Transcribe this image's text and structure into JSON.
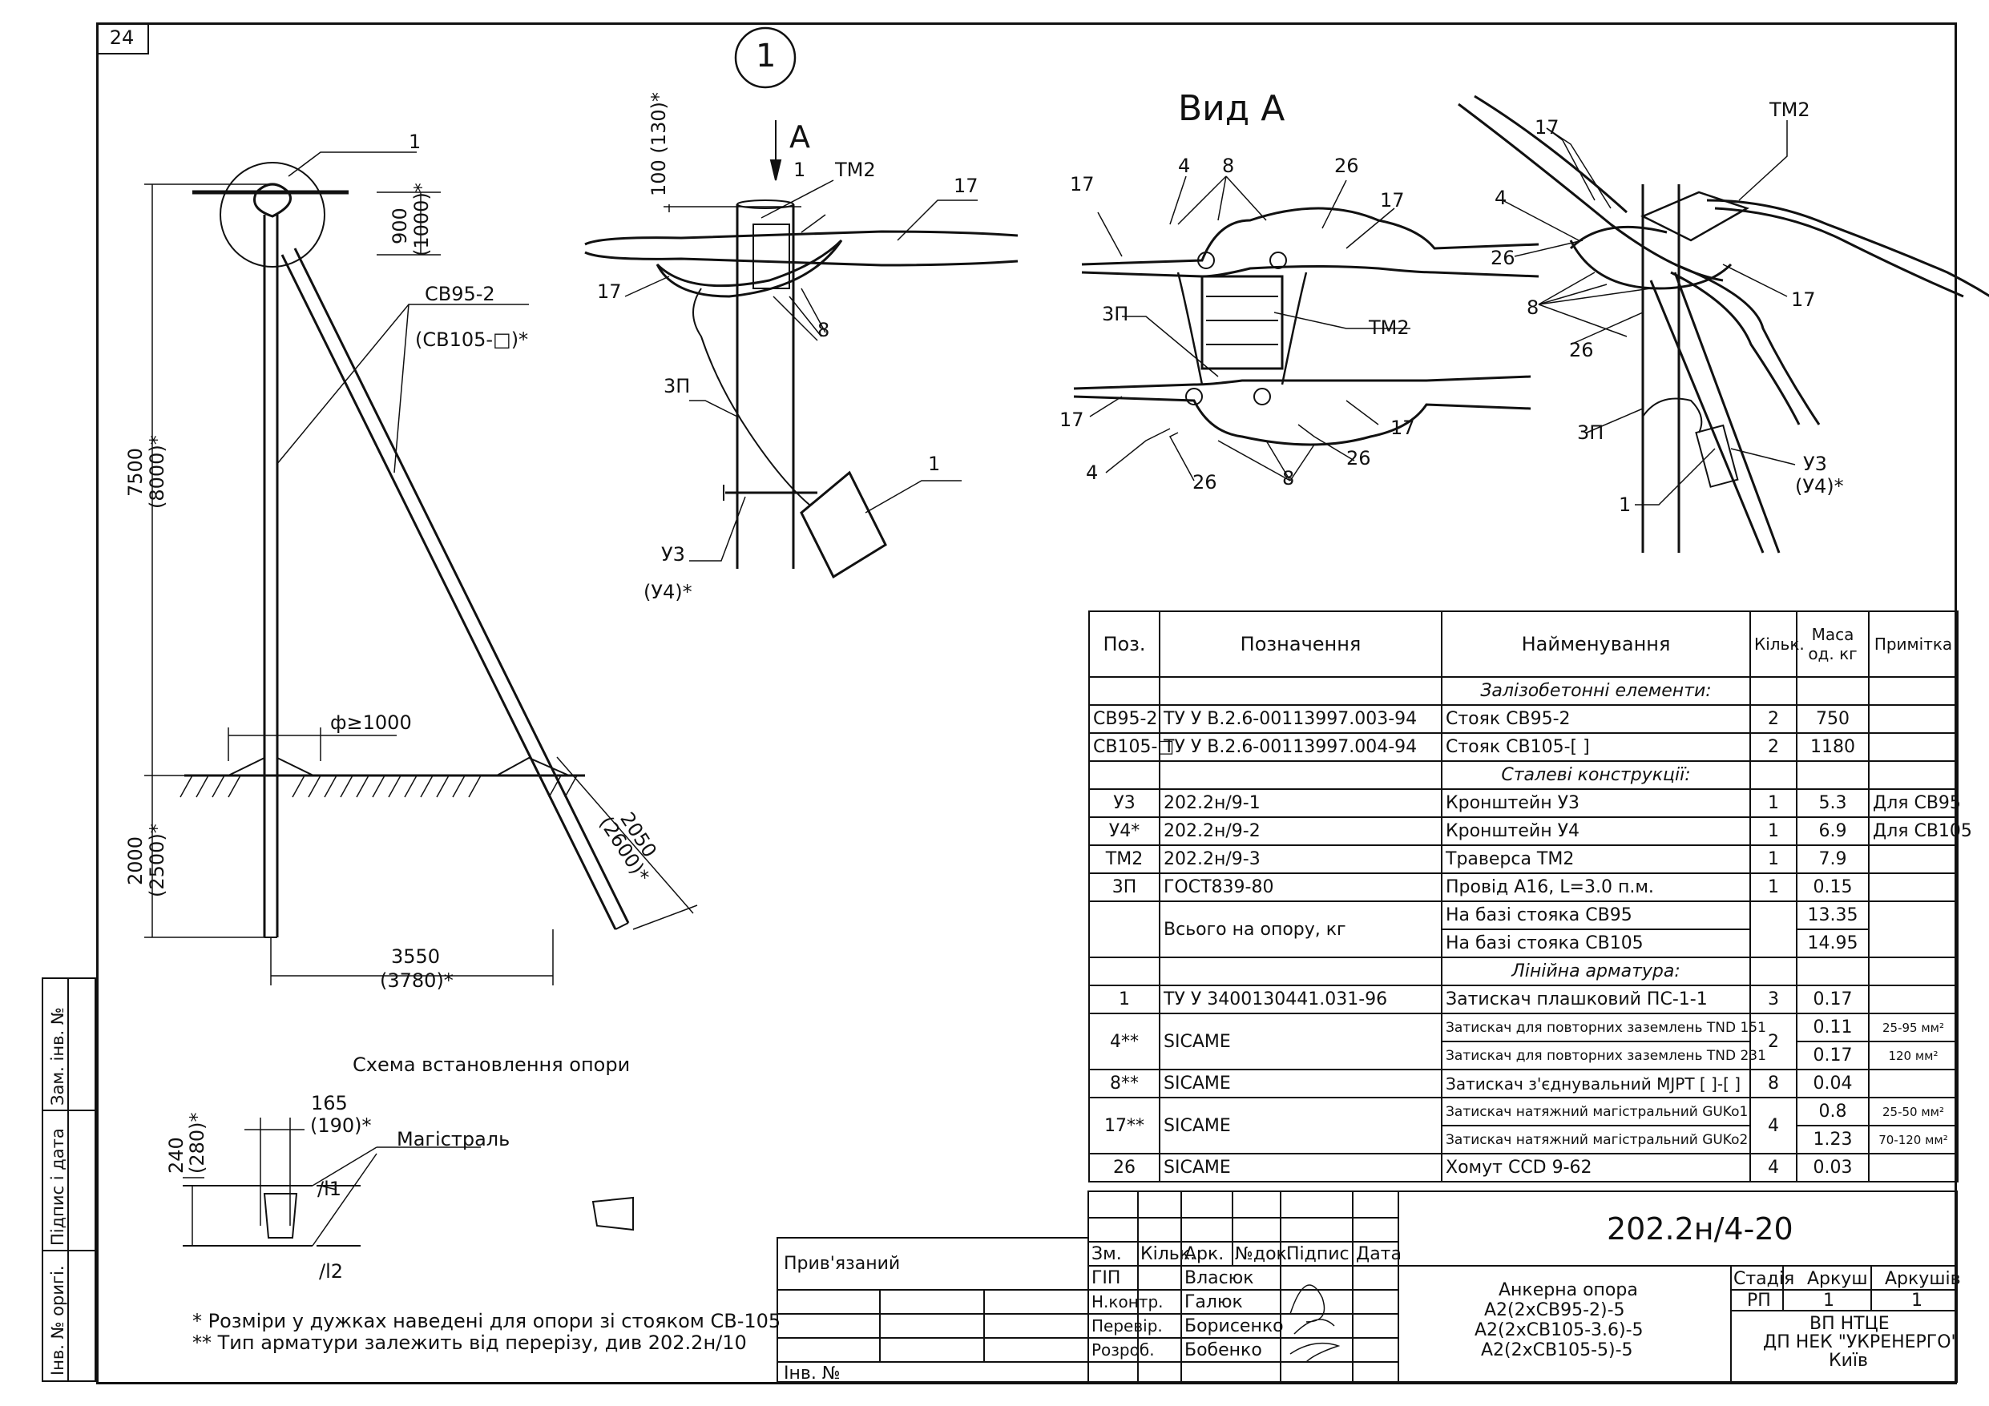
{
  "sheet_number": "24",
  "circle_marker": "1",
  "view_a_title": "Вид А",
  "arrow_letter": "А",
  "scheme_caption": "Схема встановлення опори",
  "notes": [
    "* Розміри у дужках наведені для опори зі стояком СВ-105",
    "** Тип арматури залежить від перерізу, див 202.2н/10"
  ],
  "drawing1": {
    "pos1": "1",
    "sv": "СВ95-2",
    "sv_alt": "(СВ105-□)*",
    "dim_900": "900",
    "dim_1000": "(1000)*",
    "dim_7500": "7500",
    "dim_8000": "(8000)*",
    "dim_2000": "2000",
    "dim_2500": "(2500)*",
    "dim_phi": "ф≥1000",
    "dim_2050": "2050",
    "dim_2600": "(2600)*",
    "dim_3550": "3550",
    "dim_3780": "(3780)*"
  },
  "drawing2": {
    "dim_100": "100 (130)*",
    "l1": "1",
    "ltm2": "ТМ2",
    "l17a": "17",
    "l17b": "17",
    "l8": "8",
    "l3p": "3П",
    "l1b": "1",
    "lu3": "У3",
    "lu4": "(У4)*"
  },
  "drawing3": {
    "l17a": "17",
    "l4a": "4",
    "l8a": "8",
    "l26a": "26",
    "l17b": "17",
    "l3p": "3П",
    "ltm2": "ТМ2",
    "l17c": "17",
    "l17d": "17",
    "l4b": "4",
    "l26b": "26",
    "l8b": "8",
    "l26c": "26"
  },
  "drawing4": {
    "l17a": "17",
    "ltm2": "ТМ2",
    "l4": "4",
    "l26a": "26",
    "l8": "8",
    "l17b": "17",
    "l26b": "26",
    "l3p": "3П",
    "lu3": "У3",
    "lu4": "(У4)*",
    "l1": "1"
  },
  "scheme": {
    "d165": "165",
    "d190": "(190)*",
    "d240": "240",
    "d280": "(280)*",
    "magistral": "Магістраль",
    "l1": "/l1",
    "l2": "/l2"
  },
  "side_stamp": {
    "cell1": "Зам. інв. №",
    "cell2": "Підпис і дата",
    "cell3": "Інв. № оригі."
  },
  "spec_table": {
    "headers": [
      "Поз.",
      "Позначення",
      "Найменування",
      "Кільк.",
      "Маса од. кг",
      "Примітка"
    ],
    "sections": {
      "s1": "Залізобетонні елементи:",
      "s2": "Сталеві конструкції:",
      "s3": "Лінійна арматура:"
    },
    "rows": {
      "r1": [
        "СВ95-2",
        "ТУ У В.2.6-00113997.003-94",
        "Стояк СВ95-2",
        "2",
        "750",
        ""
      ],
      "r2": [
        "СВ105-□",
        "ТУ У В.2.6-00113997.004-94",
        "Стояк СВ105-[    ]",
        "2",
        "1180",
        ""
      ],
      "r3": [
        "У3",
        "202.2н/9-1",
        "Кронштейн У3",
        "1",
        "5.3",
        "Для СВ95"
      ],
      "r4": [
        "У4*",
        "202.2н/9-2",
        "Кронштейн У4",
        "1",
        "6.9",
        "Для СВ105"
      ],
      "r5": [
        "ТМ2",
        "202.2н/9-3",
        "Траверса ТМ2",
        "1",
        "7.9",
        ""
      ],
      "r6": [
        "3П",
        "ГОСТ839-80",
        "Провід А16, L=3.0 п.м.",
        "1",
        "0.15",
        ""
      ],
      "r7a": [
        "",
        "Всього на опору, кг",
        "На базі стояка СВ95",
        "",
        "13.35",
        ""
      ],
      "r7b": [
        "На базі стояка СВ105",
        "14.95"
      ],
      "r8": [
        "1",
        "ТУ У 3400130441.031-96",
        "Затискач плашковий ПС-1-1",
        "3",
        "0.17",
        ""
      ],
      "r9a": [
        "4**",
        "SICAME",
        "Затискач для повторних заземлень TND 151",
        "2",
        "0.11",
        "25-95 мм²"
      ],
      "r9b": [
        "Затискач для повторних заземлень TND 231",
        "0.17",
        "120 мм²"
      ],
      "r10": [
        "8**",
        "SICAME",
        "Затискач з'єднувальний MJPT [  ]-[  ]",
        "8",
        "0.04",
        ""
      ],
      "r11a": [
        "17**",
        "SICAME",
        "Затискач натяжний магістральний GUKo1",
        "4",
        "0.8",
        "25-50 мм²"
      ],
      "r11b": [
        "Затискач натяжний магістральний GUKo2",
        "1.23",
        "70-120 мм²"
      ],
      "r12": [
        "26",
        "SICAME",
        "Хомут CCD 9-62",
        "4",
        "0.03",
        ""
      ]
    }
  },
  "title_block": {
    "doc_code": "202.2н/4-20",
    "bound": "Прив'язаний",
    "inv": "Інв. №",
    "hdr": [
      "Зм.",
      "Кільк.",
      "Арк.",
      "№док.",
      "Підпис",
      "Дата"
    ],
    "roles": [
      "ГІП",
      "Н.контр.",
      "Перевір.",
      "Розроб."
    ],
    "names": [
      "Власюк",
      "Галюк",
      "Борисенко",
      "Бобенко"
    ],
    "name_lines": [
      "Анкерна опора",
      "А2(2хСВ95-2)-5",
      "А2(2хСВ105-3.6)-5",
      "А2(2хСВ105-5)-5"
    ],
    "stage_hdr": [
      "Стадія",
      "Аркуш",
      "Аркушів"
    ],
    "stage_val": [
      "РП",
      "1",
      "1"
    ],
    "org": [
      "ВП НТЦЕ",
      "ДП НЕК \"УКРЕНЕРГО\"",
      "Київ"
    ]
  }
}
